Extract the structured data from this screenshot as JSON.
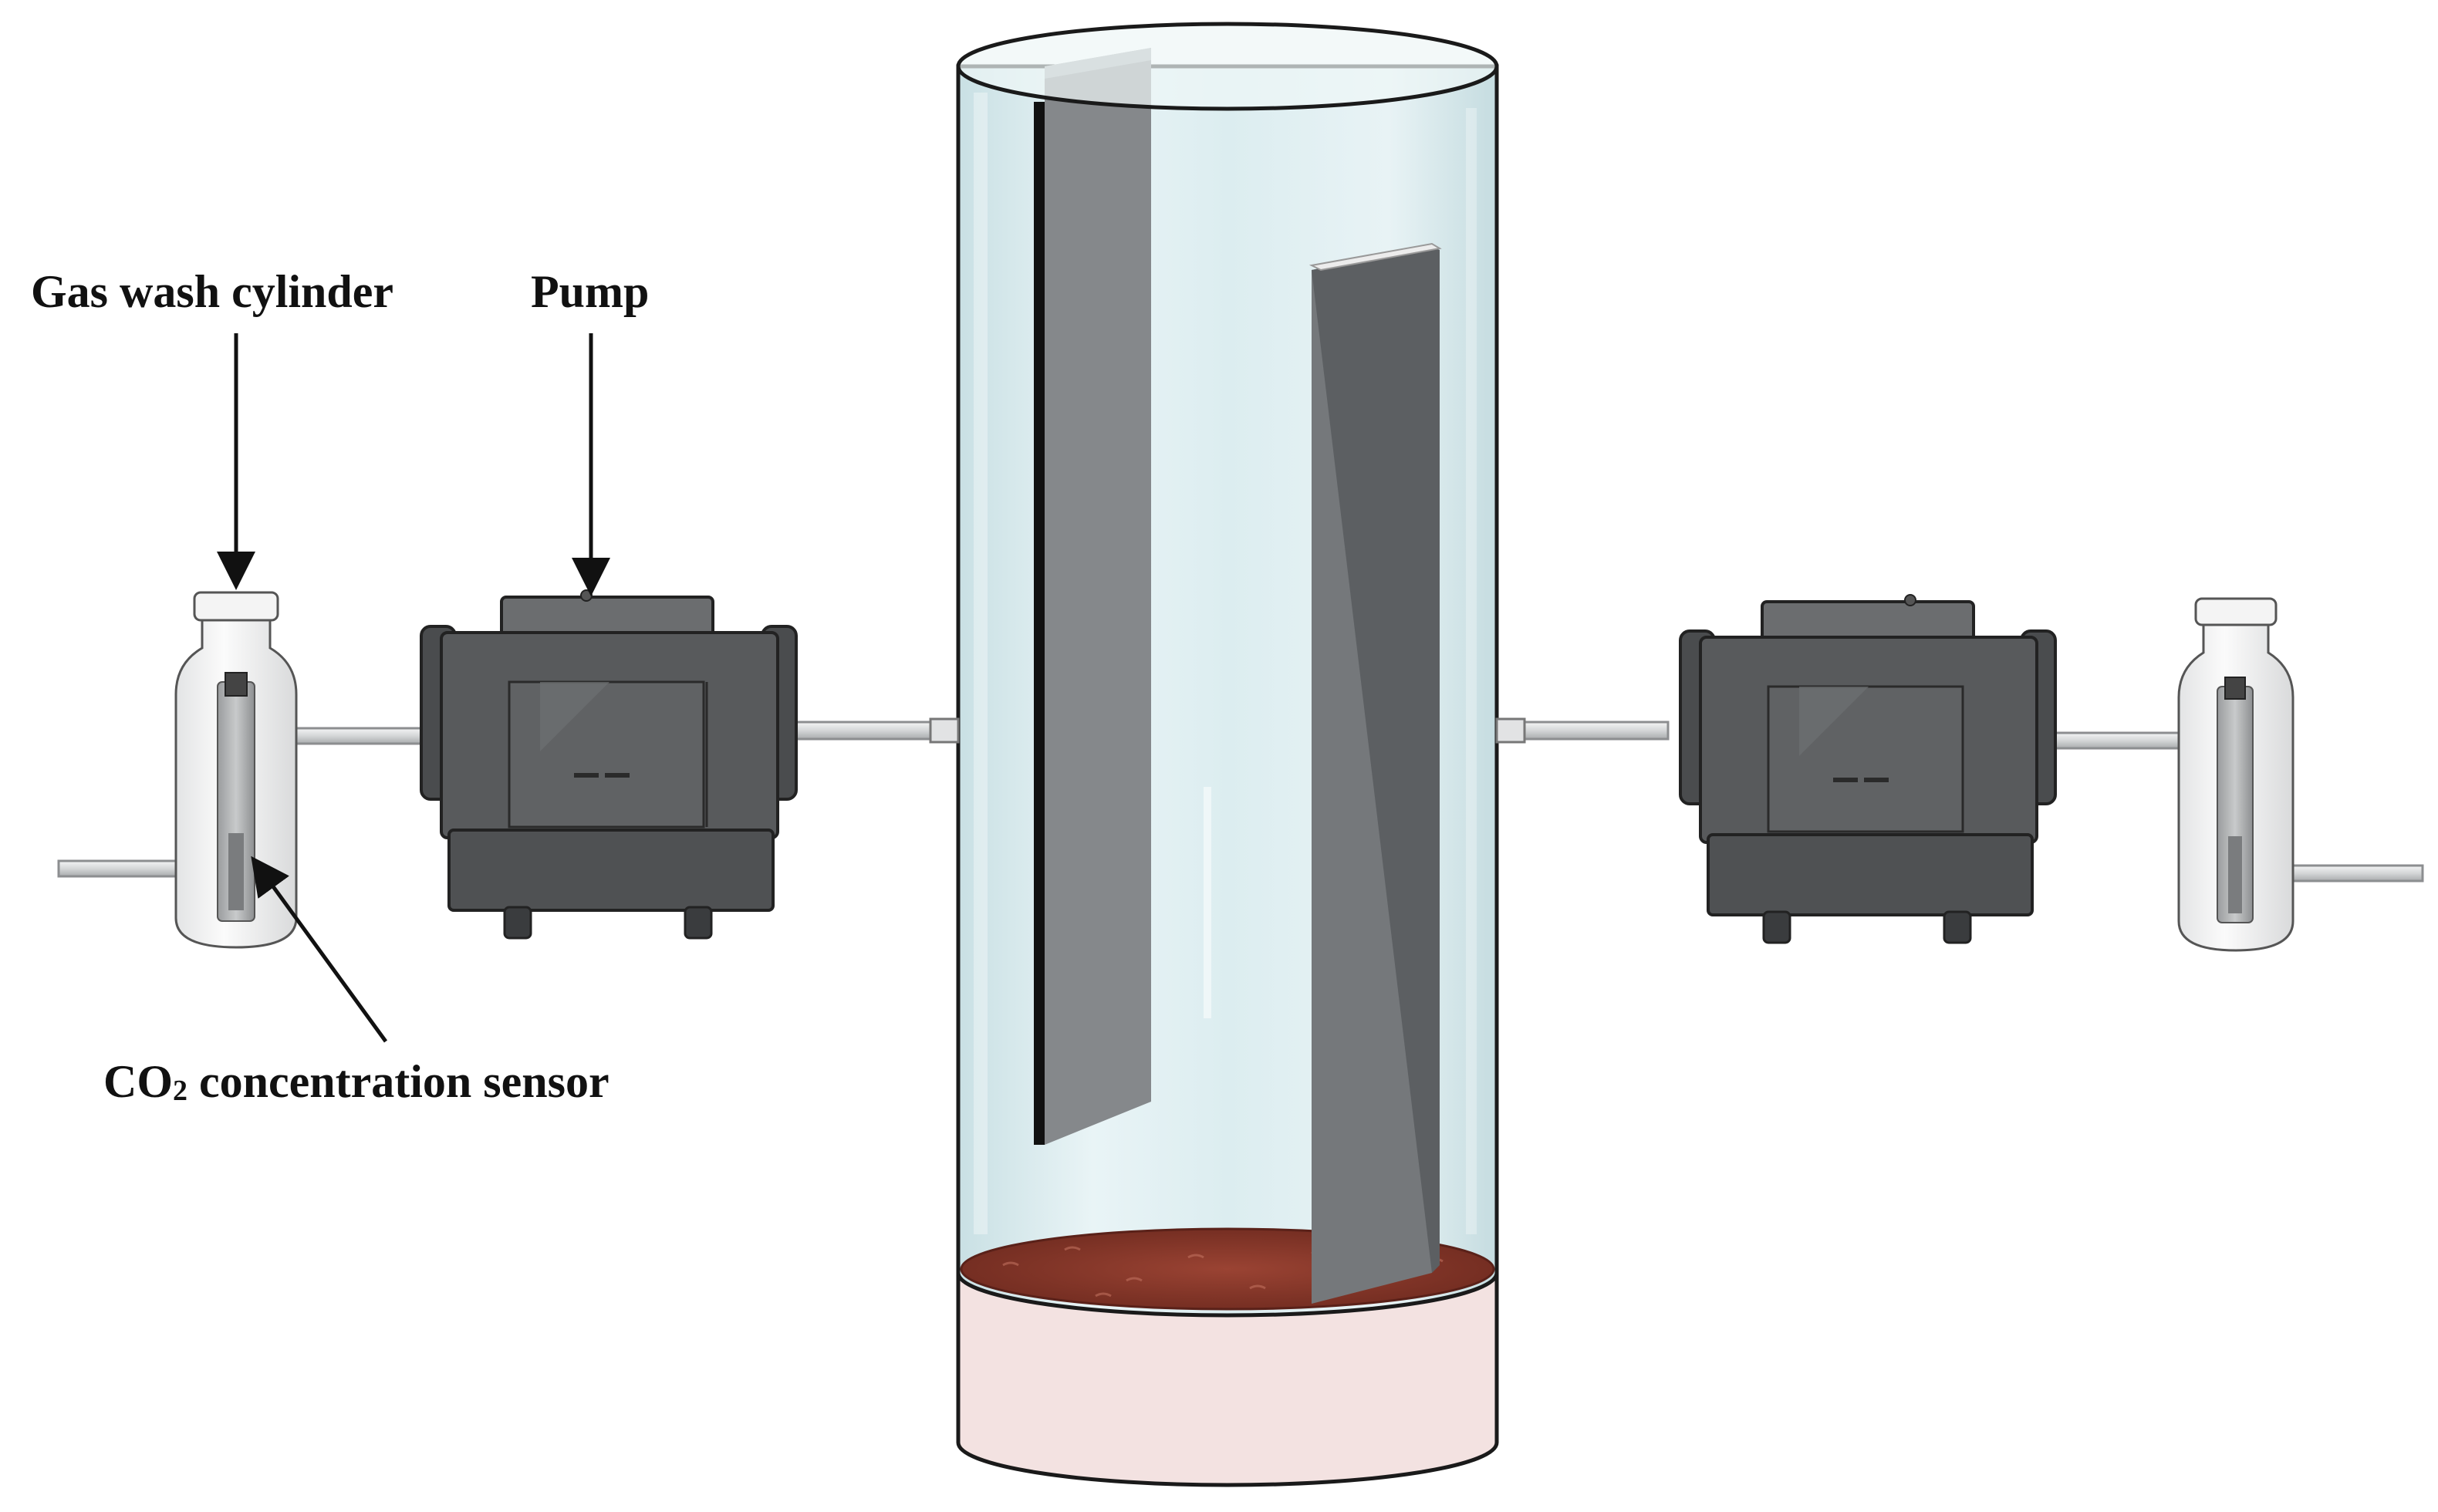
{
  "labels": {
    "gas_wash_cylinder": "Gas wash cylinder",
    "pump": "Pump",
    "sensor_prefix": "CO",
    "sensor_subscript": "2",
    "sensor_suffix": " concentration sensor"
  },
  "colors": {
    "glass_fill": "#e6f2f4",
    "glass_stroke": "#1a1a1a",
    "pump_body": "#56585a",
    "pump_dark": "#3a3c3e",
    "pump_light": "#6a6c6e",
    "pipe": "#d8dadb",
    "plate": "#7c7f82",
    "soil": "#8b3a2c",
    "base": "#f2e0df"
  }
}
